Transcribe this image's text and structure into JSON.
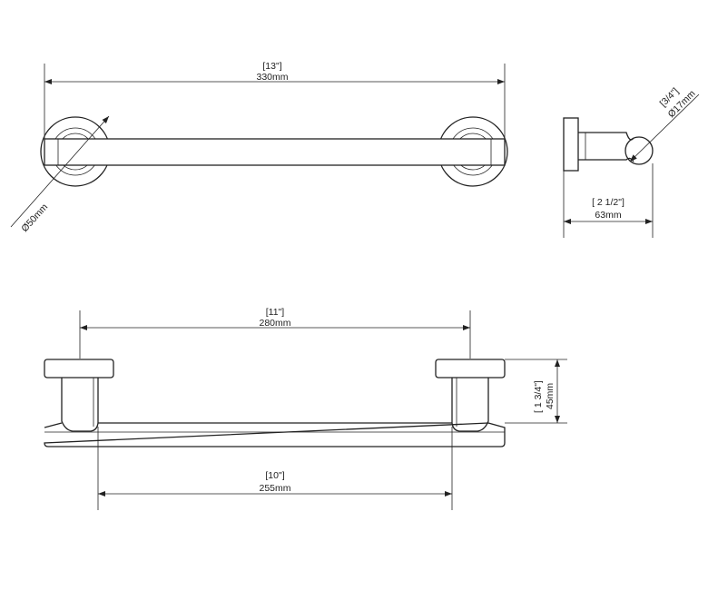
{
  "dimensions": {
    "top_length": {
      "inch": "[13\"]",
      "mm": "330mm"
    },
    "base_diameter": {
      "mm": "Ø50mm"
    },
    "side_projection": {
      "inch": "[ 2 1/2\"]",
      "mm": "63mm"
    },
    "bar_diameter": {
      "inch": "[3/4\"]",
      "mm": "Ø17mm"
    },
    "center_distance": {
      "inch": "[11\"]",
      "mm": "280mm"
    },
    "height": {
      "inch": "[ 1 3/4\"]",
      "mm": "45mm"
    },
    "inner_length": {
      "inch": "[10\"]",
      "mm": "255mm"
    }
  }
}
